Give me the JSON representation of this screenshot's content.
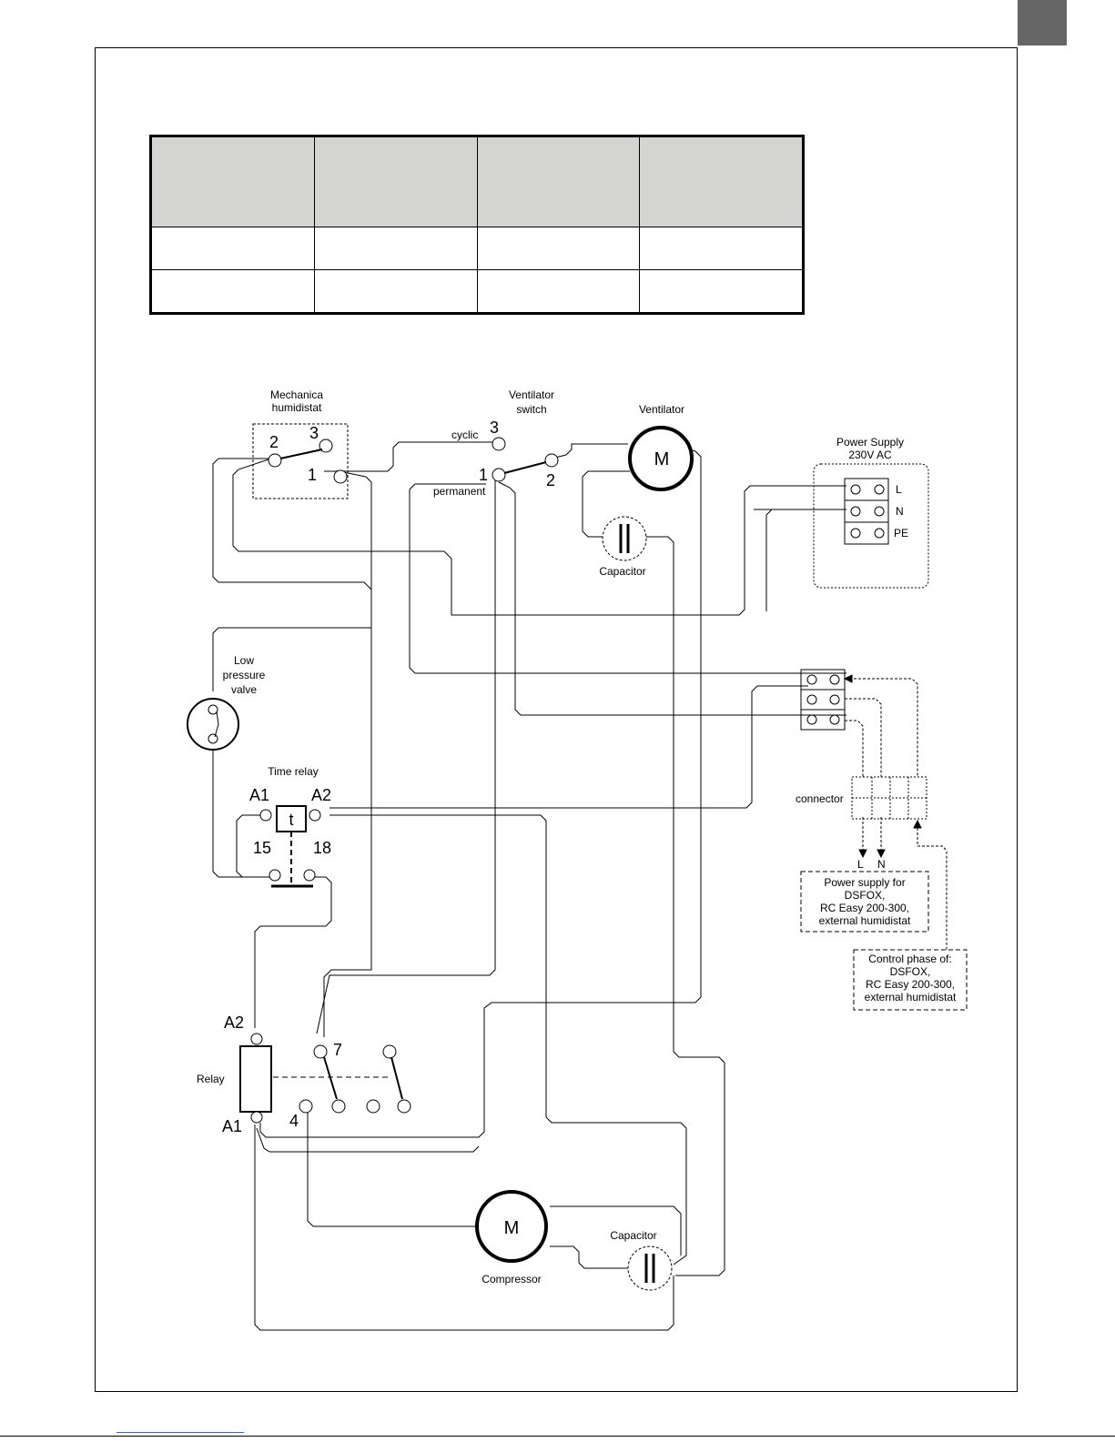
{
  "labels": {
    "mech_humidistat_1": "Mechanica",
    "mech_humidistat_2": "humidistat",
    "vent_switch_1": "Ventilator",
    "vent_switch_2": "switch",
    "ventilator": "Ventilator",
    "cyclic": "cyclic",
    "permanent": "permanent",
    "capacitor_top": "Capacitor",
    "power_supply_1": "Power Supply",
    "power_supply_2": "230V AC",
    "terminal_l": "L",
    "terminal_n": "N",
    "terminal_pe": "PE",
    "low_pressure_1": "Low",
    "low_pressure_2": "pressure",
    "low_pressure_3": "valve",
    "time_relay": "Time relay",
    "timer_t": "t",
    "connector": "connector",
    "out_l": "L",
    "out_n": "N",
    "ps_box_1": "Power supply for",
    "ps_box_2": "DSFOX,",
    "ps_box_3": "RC Easy 200-300,",
    "ps_box_4": "external humidistat",
    "cp_box_1": "Control phase of:",
    "cp_box_2": "DSFOX,",
    "cp_box_3": "RC Easy 200-300,",
    "cp_box_4": "external humidistat",
    "relay": "Relay",
    "compressor": "Compressor",
    "capacitor_bottom": "Capacitor",
    "motor_m": "M",
    "hum_2": "2",
    "hum_3": "3",
    "hum_1": "1",
    "sw_3": "3",
    "sw_1": "1",
    "sw_2": "2",
    "tr_a1": "A1",
    "tr_a2": "A2",
    "tr_15": "15",
    "tr_18": "18",
    "rl_a2": "A2",
    "rl_a1": "A1",
    "rl_7": "7",
    "rl_4": "4"
  },
  "table": {
    "header": [
      "",
      "",
      "",
      ""
    ],
    "rows": [
      [
        "",
        "",
        "",
        ""
      ],
      [
        "",
        "",
        "",
        ""
      ]
    ]
  },
  "colors": {
    "corner_block": "#666666",
    "table_header": "#d4d4d0",
    "link_underline": "#3a5bd1"
  }
}
